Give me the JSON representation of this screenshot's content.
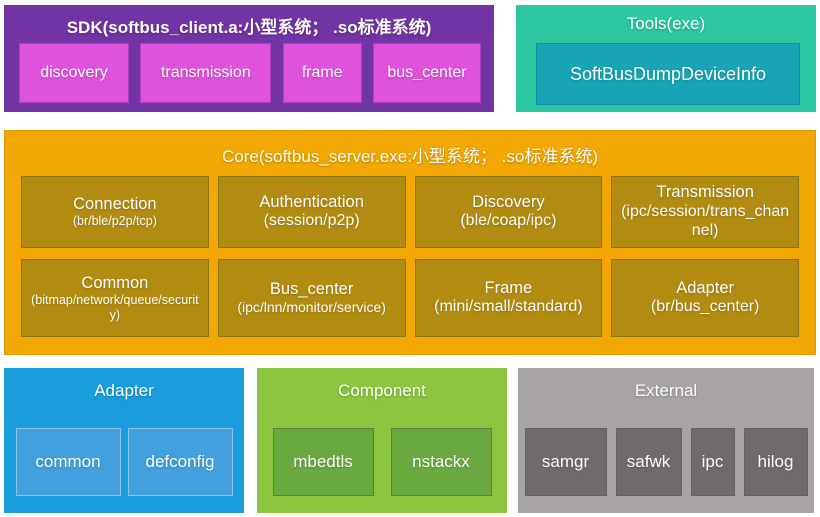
{
  "sdk": {
    "title": "SDK(softbus_client.a:小型系统； .so标准系统)",
    "modules": [
      "discovery",
      "transmission",
      "frame",
      "bus_center"
    ]
  },
  "tools": {
    "title": "Tools(exe)",
    "modules": [
      "SoftBusDumpDeviceInfo"
    ]
  },
  "core": {
    "title": "Core(softbus_server.exe:小型系统； .so标准系统)",
    "modules": [
      {
        "name": "Connection",
        "detail": "(br/ble/p2p/tcp)"
      },
      {
        "name": "Authentication",
        "detail": "(session/p2p)"
      },
      {
        "name": "Discovery",
        "detail": "(ble/coap/ipc)"
      },
      {
        "name": "Transmission",
        "detail": "(ipc/session/trans_channel)"
      },
      {
        "name": "Common",
        "detail": "(bitmap/network/queue/security)"
      },
      {
        "name": "Bus_center",
        "detail": "(ipc/lnn/monitor/service)"
      },
      {
        "name": "Frame",
        "detail": "(mini/small/standard)"
      },
      {
        "name": "Adapter",
        "detail": "(br/bus_center)"
      }
    ]
  },
  "adapter": {
    "title": "Adapter",
    "modules": [
      "common",
      "defconfig"
    ]
  },
  "component": {
    "title": "Component",
    "modules": [
      "mbedtls",
      "nstackx"
    ]
  },
  "external": {
    "title": "External",
    "modules": [
      "samgr",
      "safwk",
      "ipc",
      "hilog"
    ]
  },
  "colors": {
    "sdk_panel": "#7233A5",
    "sdk_module": "#DF52DC",
    "tools_panel": "#2BC8A2",
    "tools_module": "#17A4B4",
    "core_panel": "#F2A702",
    "core_module": "#B28B11",
    "adapter_panel": "#199DDC",
    "adapter_module": "#41A0DD",
    "component_panel": "#8CC540",
    "component_module": "#69A940",
    "external_panel": "#A8A4A4",
    "external_module": "#6F6B6B",
    "text": "#FFFFFF"
  }
}
